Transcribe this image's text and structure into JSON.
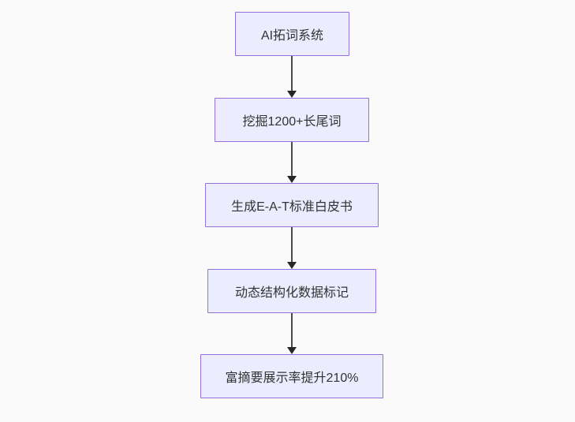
{
  "diagram": {
    "type": "flowchart",
    "direction": "top-down",
    "nodes": [
      {
        "label": "AI拓词系统"
      },
      {
        "label": "挖掘1200+长尾词"
      },
      {
        "label": "生成E-A-T标准白皮书"
      },
      {
        "label": "动态结构化数据标记"
      },
      {
        "label": "富摘要展示率提升210%"
      }
    ],
    "edges": [
      {
        "from": 0,
        "to": 1
      },
      {
        "from": 1,
        "to": 2
      },
      {
        "from": 2,
        "to": 3
      },
      {
        "from": 3,
        "to": 4
      }
    ],
    "colors": {
      "background": "#fafafa",
      "node_fill": "#ececff",
      "node_border": "#9370db",
      "arrow": "#4a4a4a",
      "arrowhead": "#262626",
      "text": "#333333"
    }
  }
}
